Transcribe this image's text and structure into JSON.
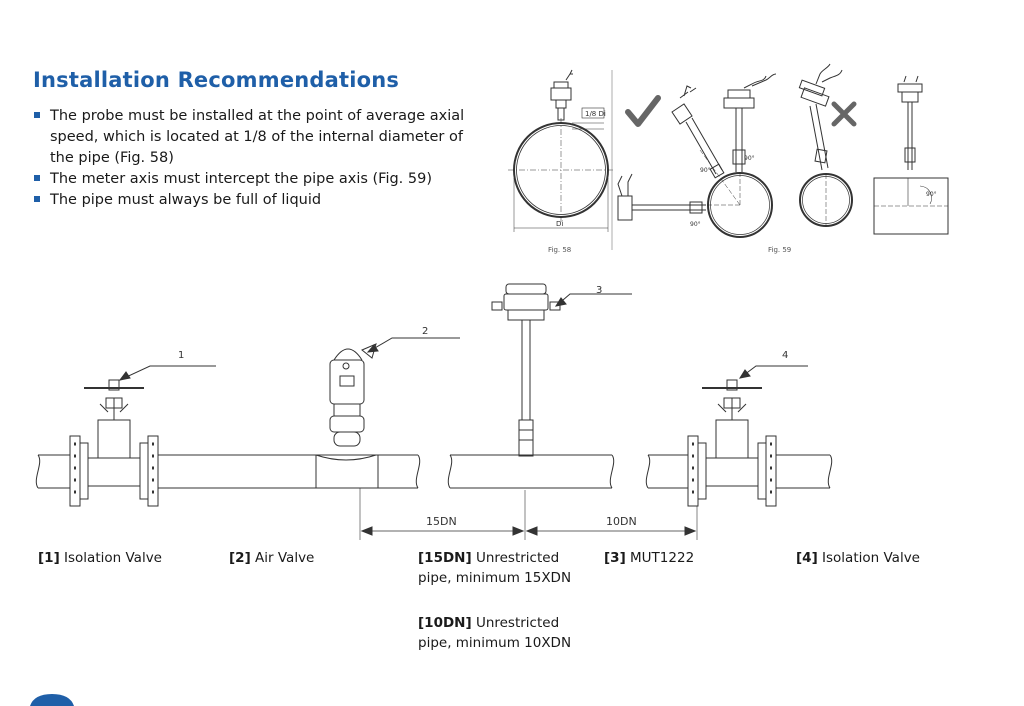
{
  "heading": "Installation Recommendations",
  "bullets": [
    "The probe must be installed at the point of average axial speed, which is located at 1/8 of the internal diameter of the pipe (Fig. 58)",
    "The meter axis must intercept the pipe axis (Fig. 59)",
    "The pipe must always be full of liquid"
  ],
  "fig58": {
    "caption": "Fig. 58",
    "dim_top": "1/8 Di",
    "dim_di": "Di"
  },
  "fig59": {
    "caption": "Fig. 59",
    "angle": "90°"
  },
  "callouts": [
    "1",
    "2",
    "3",
    "4"
  ],
  "dimensions": {
    "upstream": "15DN",
    "downstream": "10DN"
  },
  "legend": [
    {
      "tag": "[1]",
      "text": "Isolation Valve"
    },
    {
      "tag": "[2]",
      "text": "Air Valve"
    },
    {
      "tag": "[15DN]",
      "text": "Unrestricted pipe, minimum 15XDN"
    },
    {
      "tag": "[3]",
      "text": "MUT1222"
    },
    {
      "tag": "[4]",
      "text": "Isolation Valve"
    },
    {
      "tag": "[10DN]",
      "text": "Unrestricted pipe, minimum 10XDN"
    }
  ],
  "colors": {
    "accent": "#1f5fa8",
    "line": "#333333"
  }
}
